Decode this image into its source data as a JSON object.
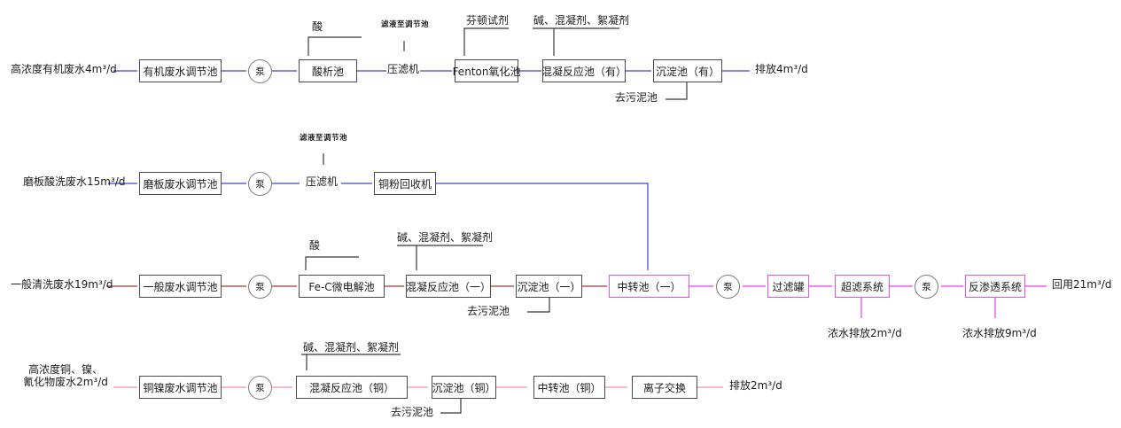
{
  "colors": {
    "blue_line": "#4040dc",
    "dark_red_line": "#9e3c34",
    "magenta_line": "#ea3cea",
    "pink_line": "#f392af",
    "black_line": "#383838",
    "box_border": "#4a4a4a",
    "magenta_box_border": "#e653e6"
  },
  "r1": {
    "input": "高浓度有机废水4m³/d",
    "adjust_tank": "有机废水调节池",
    "pump": "泵",
    "acid_label": "酸",
    "acid_tank": "酸析池",
    "filtrate_label": "滤液至调节池",
    "filter_press": "压滤机",
    "fenton_reagent_label": "芬顿试剂",
    "fenton_tank": "Fenton氧化池",
    "alkali_label": "碱、混凝剂、絮凝剂",
    "coag_tank": "混凝反应池（有）",
    "sedimentation_tank": "沉淀池（有）",
    "sludge_label": "去污泥池",
    "output": "排放4m³/d"
  },
  "r2": {
    "input": "磨板酸洗废水15m³/d",
    "adjust_tank": "磨板废水调节池",
    "pump": "泵",
    "filtrate_label": "滤液至调节池",
    "filter_press": "压滤机",
    "copper_recovery": "铜粉回收机"
  },
  "r3": {
    "input": "一般清洗废水19m³/d",
    "adjust_tank": "一般废水调节池",
    "pump1": "泵",
    "acid_label": "酸",
    "fec_tank": "Fe-C微电解池",
    "alkali_label": "碱、混凝剂、絮凝剂",
    "coag_tank": "混凝反应池（一）",
    "sedimentation_tank": "沉淀池（一）",
    "sludge_label": "去污泥池",
    "transfer_tank": "中转池（一）",
    "pump2": "泵",
    "filter_tank": "过滤罐",
    "uf_system": "超滤系统",
    "uf_reject": "浓水排放2m³/d",
    "pump3": "泵",
    "ro_system": "反渗透系统",
    "ro_reject": "浓水排放9m³/d",
    "output": "回用21m³/d"
  },
  "r4": {
    "input_line1": "高浓度铜、镍、",
    "input_line2": "氰化物废水2m³/d",
    "adjust_tank": "铜镍废水调节池",
    "pump": "泵",
    "alkali_label": "碱、混凝剂、絮凝剂",
    "coag_tank": "混凝反应池（铜）",
    "sedimentation_tank": "沉淀池（铜）",
    "sludge_label": "去污泥池",
    "transfer_tank": "中转池（铜）",
    "ion_exchange": "离子交换",
    "output": "排放2m³/d"
  }
}
